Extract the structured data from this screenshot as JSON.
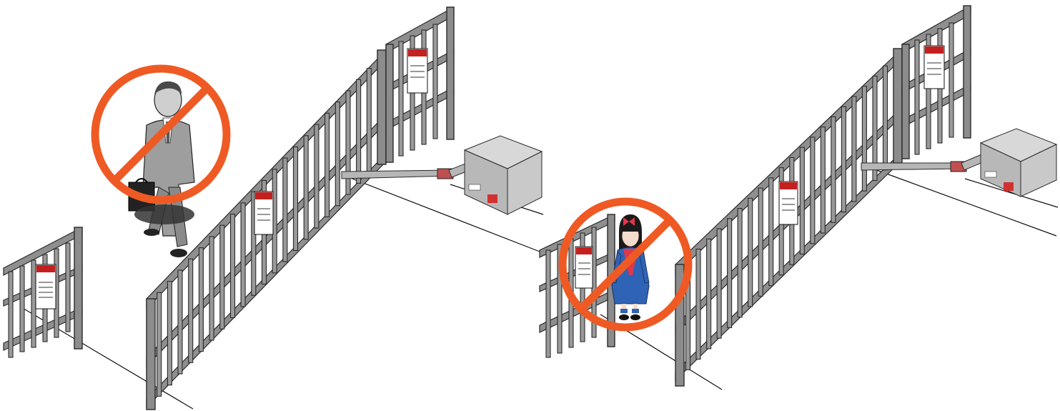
{
  "scenes": [
    {
      "id": "adult",
      "figure": "adult-man-with-briefcase",
      "prohibited": true
    },
    {
      "id": "child",
      "figure": "child-girl",
      "prohibited": true
    }
  ],
  "colors": {
    "prohibition": "#ef5a24",
    "gate_metal": "#9a9a9a",
    "sign_header": "#c42020",
    "child_coat": "#2f63b5",
    "child_scarf": "#e0364a"
  },
  "icons": [
    "prohibition-icon",
    "warning-sign-icon",
    "gate-operator-icon"
  ]
}
